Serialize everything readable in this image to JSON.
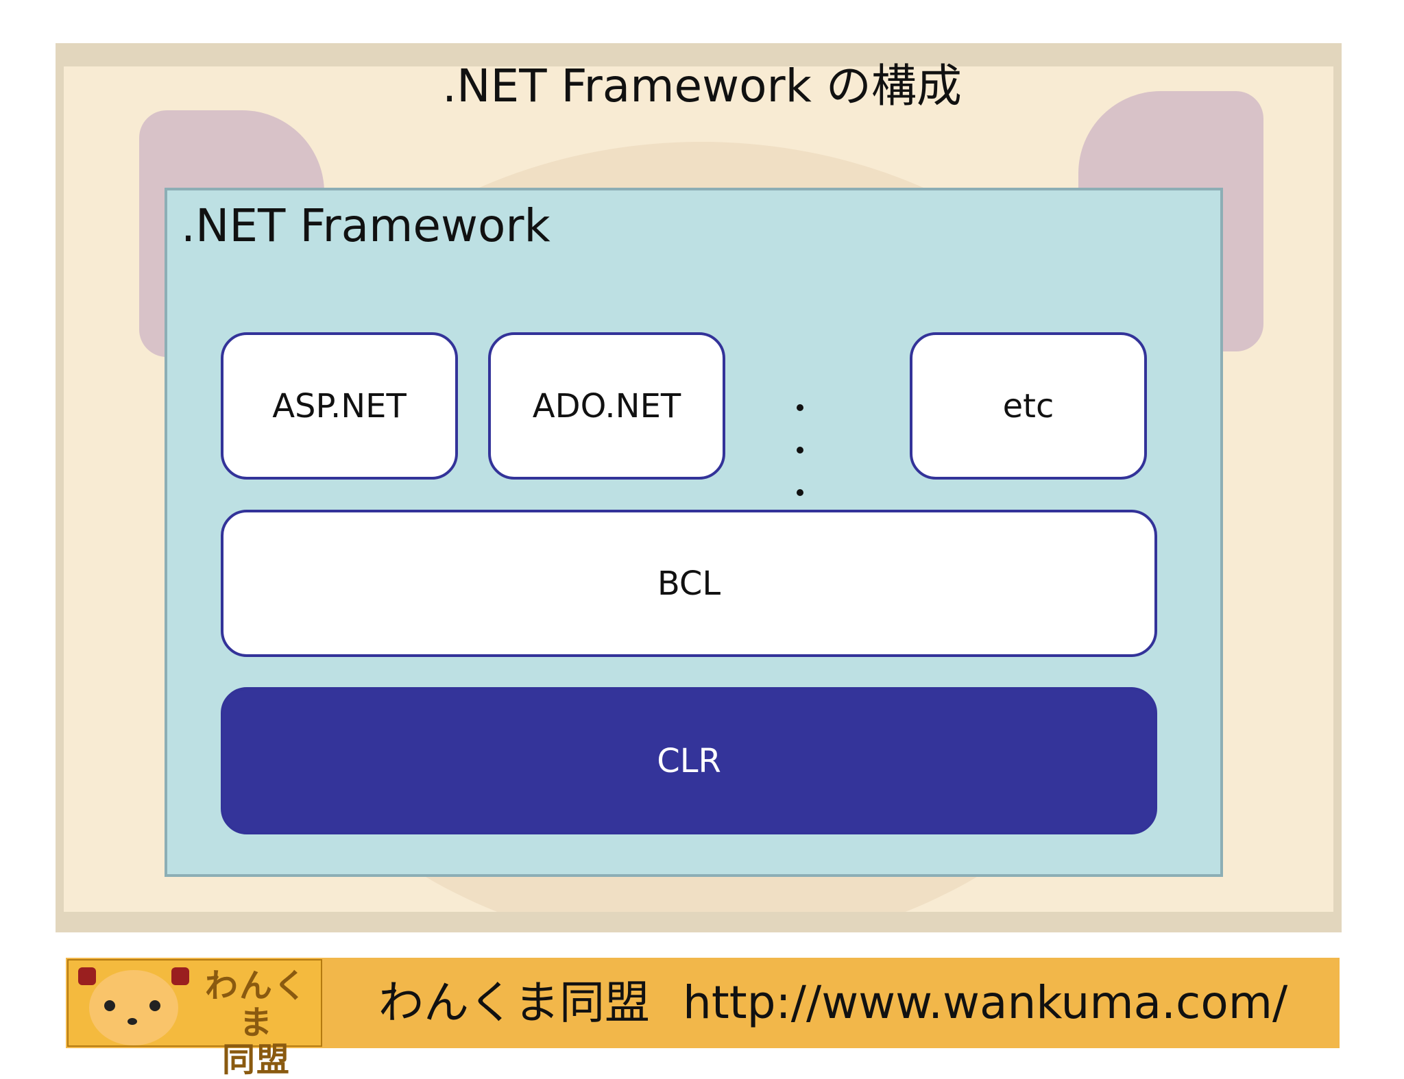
{
  "slide": {
    "title": ".NET Framework の構成"
  },
  "diagram": {
    "container_label": ".NET Framework",
    "components": {
      "asp": "ASP.NET",
      "ado": "ADO.NET",
      "etc": "etc",
      "bcl": "BCL",
      "clr": "CLR"
    }
  },
  "footer": {
    "logo_text_line1": "わんくま",
    "logo_text_line2": "同盟",
    "org_name": "わんくま同盟",
    "url": "http://www.wankuma.com/"
  },
  "colors": {
    "container_fill": "#bde0e3",
    "component_border": "#333399",
    "clr_fill": "#34349a",
    "footer_fill": "#f2b74a"
  }
}
